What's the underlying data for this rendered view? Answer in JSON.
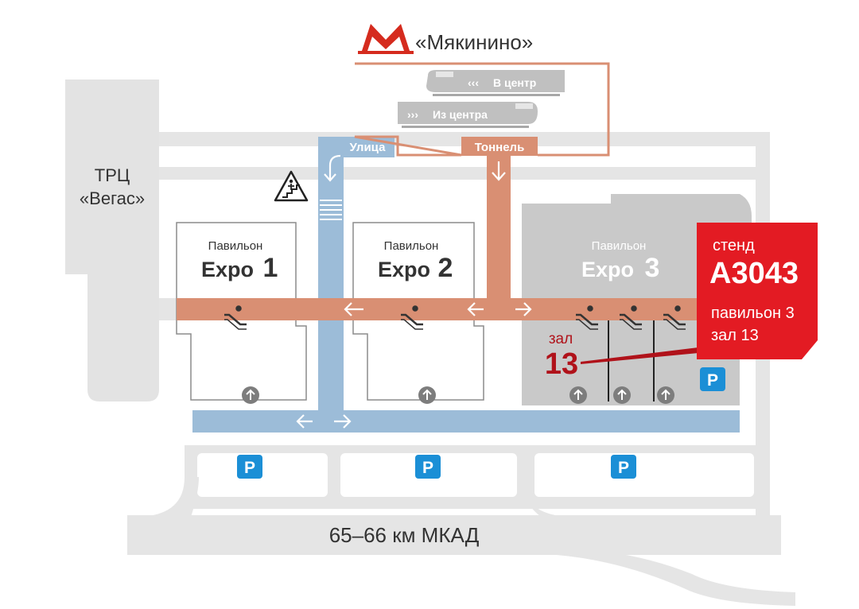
{
  "metro": {
    "station": "«Мякинино»",
    "logo_letter": "М",
    "train_to_center": "В центр",
    "train_from_center": "Из центра",
    "street_label": "Улица",
    "tunnel_label": "Тоннель"
  },
  "mall": {
    "line1": "ТРЦ",
    "line2": "«Вегас»"
  },
  "pavilions": [
    {
      "caption": "Павильон",
      "name": "Expo",
      "number": "1"
    },
    {
      "caption": "Павильон",
      "name": "Expo",
      "number": "2"
    },
    {
      "caption": "Павильон",
      "name": "Expo",
      "number": "3"
    }
  ],
  "hall": {
    "label": "зал",
    "number": "13"
  },
  "stand": {
    "label": "стенд",
    "code": "A3043",
    "pavilion": "павильон 3",
    "hall": "зал 13"
  },
  "parking_symbol": "P",
  "road_label": "65–66 км МКАД",
  "icons": [
    "metro-logo-icon",
    "train-icon",
    "warning-stairs-icon",
    "escalator-icon",
    "entrance-arrow-icon",
    "parking-icon",
    "direction-arrow-icon"
  ],
  "colors": {
    "metro_red": "#d52b1e",
    "stand_red": "#e31b23",
    "hall_red": "#b0121a",
    "tunnel": "#d98f73",
    "street": "#9cbcd8",
    "road_gray": "#e4e4e4",
    "pavilion3": "#c9c9c9",
    "parking": "#1b8fd6"
  }
}
